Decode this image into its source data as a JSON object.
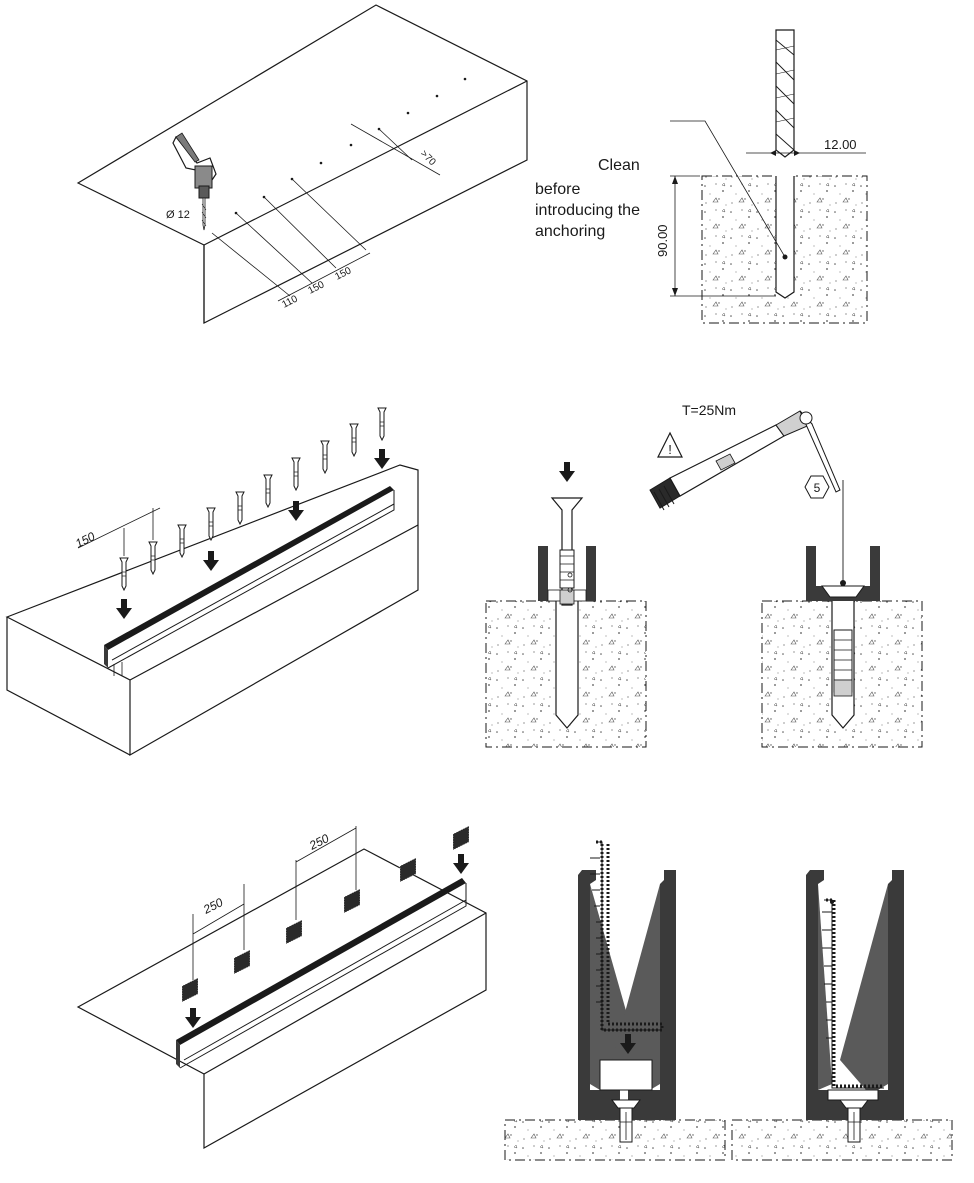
{
  "step1": {
    "drill_label": "Ø 12",
    "dim_spacing_1": "110",
    "dim_spacing_2": "150",
    "dim_spacing_3": "150",
    "dim_edge": ">70"
  },
  "step1_detail": {
    "note_line1": "Clean",
    "note_line2": "before",
    "note_line3": "introducing the",
    "note_line4": "anchoring",
    "hole_diameter": "12.00",
    "hole_depth": "90.00"
  },
  "step2": {
    "anchor_spacing": "150"
  },
  "step2_detail": {
    "torque": "T=25Nm",
    "warning_symbol": "!",
    "wrench_size": "5"
  },
  "step3": {
    "pad_spacing_1": "250",
    "pad_spacing_2": "250"
  },
  "icons": {
    "drill": "drill-icon",
    "torque_wrench": "torque-wrench-icon",
    "warning": "warning-triangle-icon",
    "hex_nut": "hex-size-icon",
    "insert_arrow": "down-arrow-icon"
  },
  "colors": {
    "line": "#1a1a1a",
    "profile": "#3a3a3a",
    "concrete_speckle": "#555555"
  }
}
